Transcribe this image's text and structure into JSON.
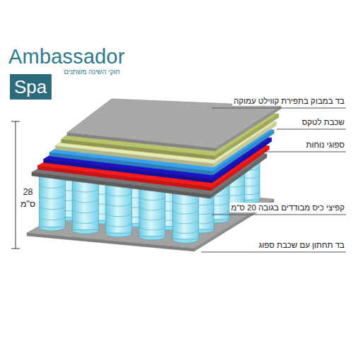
{
  "diagram": {
    "nodes": [
      {
        "text": [
          "Spa"
        ]
      }
    ],
    "labels": [
      "Ambassador",
      "חוקי השינה משתנים",
      "בד במבוק בתפירת קווילט עמוקה",
      "שכבת לטקס",
      "ספוגי נוחות",
      "קפיצי כיס מבודדים בגובה 20 ס\"מ",
      "בד תחתון עם שכבת ספוג",
      "28 ס\"מ"
    ]
  }
}
